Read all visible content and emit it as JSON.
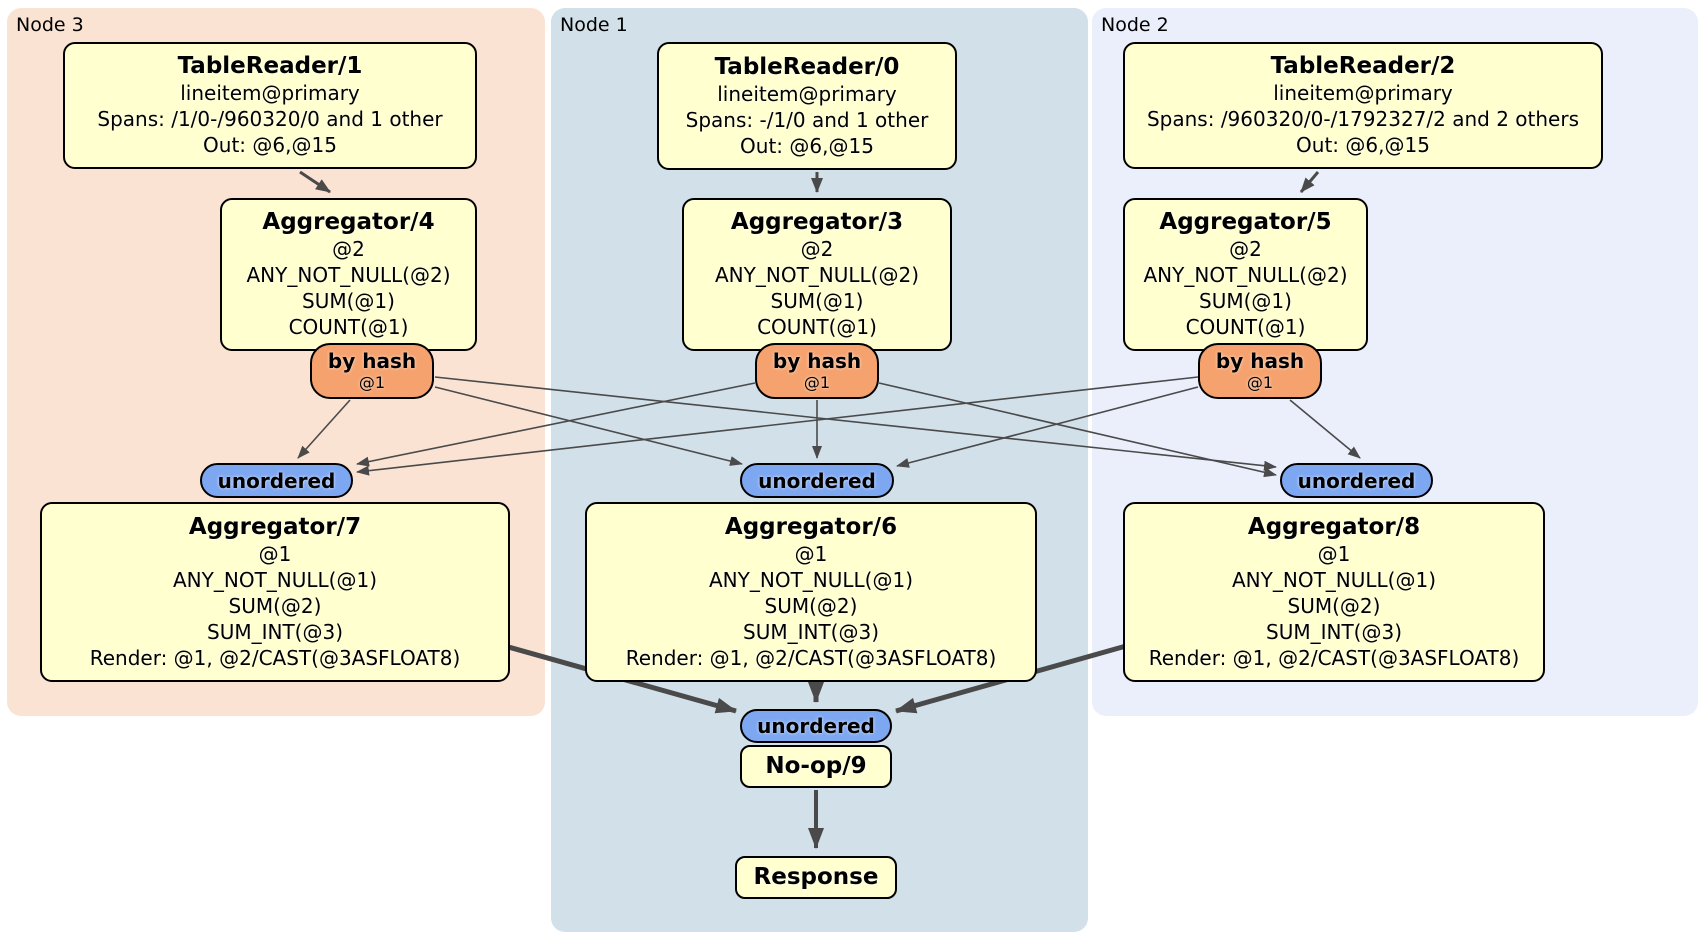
{
  "diagram": {
    "kind": "distributed-sql-plan",
    "groups": {
      "node3": {
        "label": "Node 3",
        "bg": "#fbe3d4"
      },
      "node1": {
        "label": "Node 1",
        "bg": "#d2e0ea"
      },
      "node2": {
        "label": "Node 2",
        "bg": "#eaeffb"
      }
    },
    "processors": {
      "tr1": {
        "title": "TableReader/1",
        "lines": [
          "lineitem@primary",
          "Spans: /1/0-/960320/0 and 1 other",
          "Out: @6,@15"
        ]
      },
      "tr0": {
        "title": "TableReader/0",
        "lines": [
          "lineitem@primary",
          "Spans: -/1/0 and 1 other",
          "Out: @6,@15"
        ]
      },
      "tr2": {
        "title": "TableReader/2",
        "lines": [
          "lineitem@primary",
          "Spans: /960320/0-/1792327/2 and 2 others",
          "Out: @6,@15"
        ]
      },
      "agg4": {
        "title": "Aggregator/4",
        "lines": [
          "@2",
          "ANY_NOT_NULL(@2)",
          "SUM(@1)",
          "COUNT(@1)"
        ]
      },
      "agg3": {
        "title": "Aggregator/3",
        "lines": [
          "@2",
          "ANY_NOT_NULL(@2)",
          "SUM(@1)",
          "COUNT(@1)"
        ]
      },
      "agg5": {
        "title": "Aggregator/5",
        "lines": [
          "@2",
          "ANY_NOT_NULL(@2)",
          "SUM(@1)",
          "COUNT(@1)"
        ]
      },
      "agg7": {
        "title": "Aggregator/7",
        "lines": [
          "@1",
          "ANY_NOT_NULL(@1)",
          "SUM(@2)",
          "SUM_INT(@3)",
          "Render: @1, @2/CAST(@3ASFLOAT8)"
        ]
      },
      "agg6": {
        "title": "Aggregator/6",
        "lines": [
          "@1",
          "ANY_NOT_NULL(@1)",
          "SUM(@2)",
          "SUM_INT(@3)",
          "Render: @1, @2/CAST(@3ASFLOAT8)"
        ]
      },
      "agg8": {
        "title": "Aggregator/8",
        "lines": [
          "@1",
          "ANY_NOT_NULL(@1)",
          "SUM(@2)",
          "SUM_INT(@3)",
          "Render: @1, @2/CAST(@3ASFLOAT8)"
        ]
      },
      "noop": {
        "title": "No-op/9"
      },
      "response": {
        "title": "Response"
      }
    },
    "routers": {
      "by_hash": {
        "label": "by hash",
        "detail": "@1"
      },
      "unordered": {
        "label": "unordered"
      }
    },
    "colors": {
      "processor_fill": "#ffffcf",
      "hash_router_fill": "#f5a26e",
      "sync_fill": "#7da7f1",
      "node_border": "#000000",
      "edge": "#4a4a4a",
      "node3_bg": "#fbe3d4",
      "node1_bg": "#d2e0ea",
      "node2_bg": "#eaeffb"
    }
  }
}
